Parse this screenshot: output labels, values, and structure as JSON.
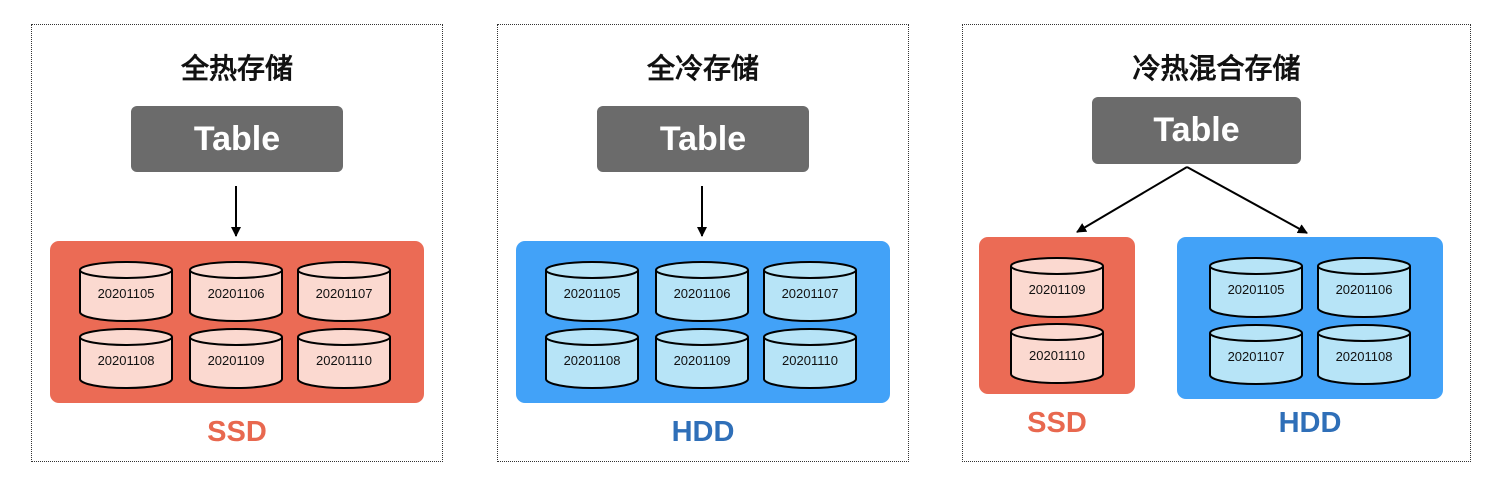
{
  "colors": {
    "ssd_box": "#eb6b55",
    "ssd_cylinder": "#fbd9d0",
    "ssd_label": "#e8684f",
    "hdd_box": "#42a2f8",
    "hdd_cylinder": "#b7e4f7",
    "hdd_label": "#2f6fb8",
    "table_box": "#6b6b6b"
  },
  "panels": [
    {
      "title": "全热存储",
      "table_label": "Table",
      "storages": [
        {
          "type": "ssd",
          "label": "SSD",
          "partitions": [
            "20201105",
            "20201106",
            "20201107",
            "20201108",
            "20201109",
            "20201110"
          ]
        }
      ]
    },
    {
      "title": "全冷存储",
      "table_label": "Table",
      "storages": [
        {
          "type": "hdd",
          "label": "HDD",
          "partitions": [
            "20201105",
            "20201106",
            "20201107",
            "20201108",
            "20201109",
            "20201110"
          ]
        }
      ]
    },
    {
      "title": "冷热混合存储",
      "table_label": "Table",
      "storages": [
        {
          "type": "ssd",
          "label": "SSD",
          "partitions": [
            "20201109",
            "20201110"
          ]
        },
        {
          "type": "hdd",
          "label": "HDD",
          "partitions": [
            "20201105",
            "20201106",
            "20201107",
            "20201108"
          ]
        }
      ]
    }
  ]
}
